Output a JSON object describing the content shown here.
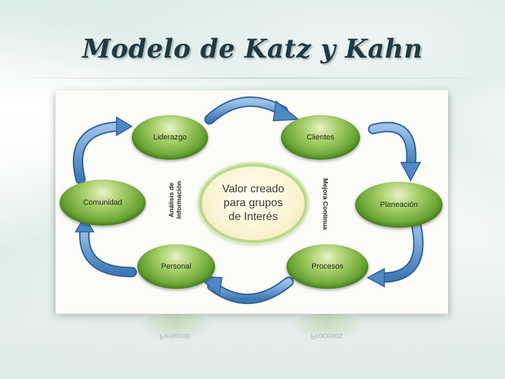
{
  "title": "Modelo de Katz y Kahn",
  "center": {
    "line1": "Valor creado",
    "line2": "para grupos",
    "line3": "de Interés"
  },
  "nodes": {
    "liderazgo": "Liderazgo",
    "clientes": "Clientes",
    "planeacion": "Planeación",
    "procesos": "Procesos",
    "personal": "Personal",
    "comunidad": "Comunidad"
  },
  "side_labels": {
    "left_line1": "Análisis de",
    "left_line2": "Información",
    "right": "Mejora Continua"
  },
  "reflection": {
    "left": "Personal",
    "right": "Procesos"
  },
  "colors": {
    "node_green": "#5f9e2c",
    "arrow_blue": "#4f88c4",
    "center_fill": "#fbf3d2",
    "title": "#213a41"
  }
}
